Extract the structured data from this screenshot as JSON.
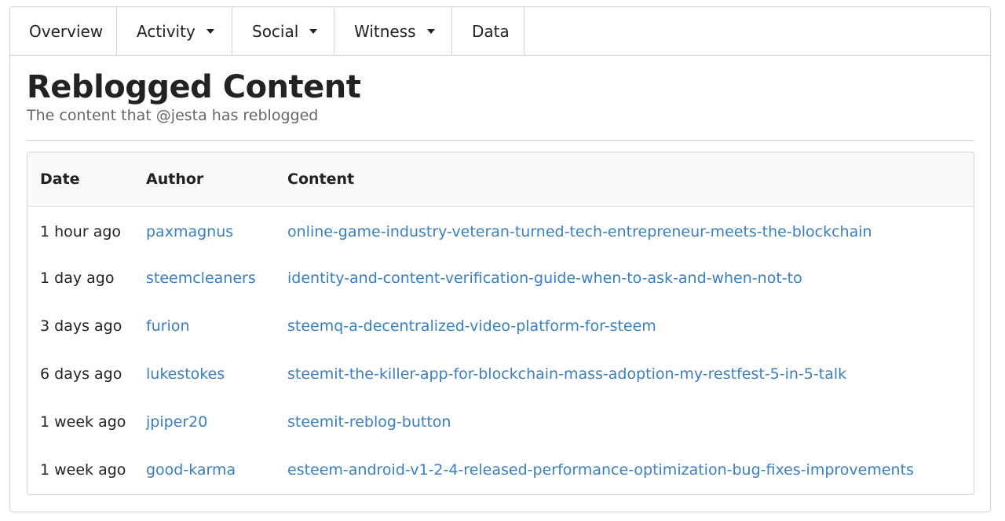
{
  "tabs": [
    {
      "label": "Overview",
      "has_dropdown": false
    },
    {
      "label": "Activity",
      "has_dropdown": true
    },
    {
      "label": "Social",
      "has_dropdown": true
    },
    {
      "label": "Witness",
      "has_dropdown": true
    },
    {
      "label": "Data",
      "has_dropdown": false
    }
  ],
  "page": {
    "title": "Reblogged Content",
    "subtitle": "The content that @jesta has reblogged"
  },
  "table": {
    "headers": {
      "date": "Date",
      "author": "Author",
      "content": "Content"
    },
    "rows": [
      {
        "date": "1 hour ago",
        "author": "paxmagnus",
        "content": "online-game-industry-veteran-turned-tech-entrepreneur-meets-the-blockchain"
      },
      {
        "date": "1 day ago",
        "author": "steemcleaners",
        "content": "identity-and-content-verification-guide-when-to-ask-and-when-not-to"
      },
      {
        "date": "3 days ago",
        "author": "furion",
        "content": "steemq-a-decentralized-video-platform-for-steem"
      },
      {
        "date": "6 days ago",
        "author": "lukestokes",
        "content": "steemit-the-killer-app-for-blockchain-mass-adoption-my-restfest-5-in-5-talk"
      },
      {
        "date": "1 week ago",
        "author": "jpiper20",
        "content": "steemit-reblog-button"
      },
      {
        "date": "1 week ago",
        "author": "good-karma",
        "content": "esteem-android-v1-2-4-released-performance-optimization-bug-fixes-improvements"
      }
    ]
  },
  "colors": {
    "link": "#3a7fc1",
    "text": "#222222",
    "muted": "#666666",
    "border": "#d4d4d5",
    "header_bg": "#f9fafb"
  },
  "icons": {
    "dropdown": "caret-down-icon"
  }
}
